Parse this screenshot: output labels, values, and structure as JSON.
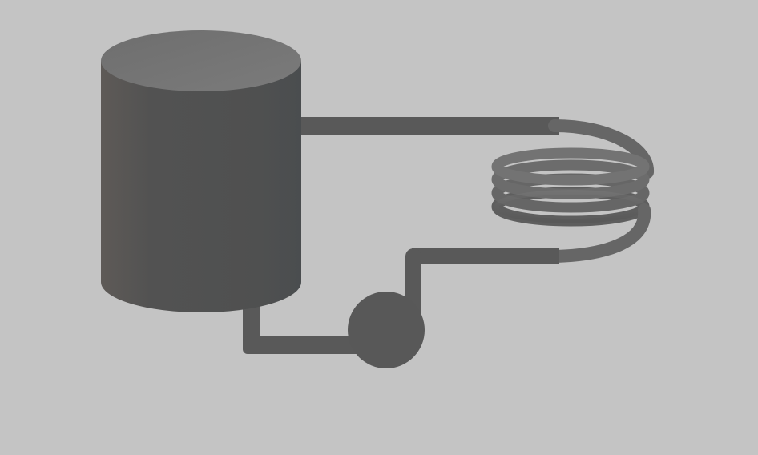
{
  "diagram": {
    "components": [
      {
        "id": "tank",
        "kind": "cylindrical-tank"
      },
      {
        "id": "pump",
        "kind": "circulation-pump"
      },
      {
        "id": "coil",
        "kind": "helical-heat-exchanger-coil",
        "turns": 4
      }
    ],
    "connections": [
      {
        "from": "tank",
        "to": "coil"
      },
      {
        "from": "coil",
        "to": "pump"
      },
      {
        "from": "pump",
        "to": "tank"
      }
    ]
  },
  "colors": {
    "background": "#c4c4c4",
    "tank_body": "#505050",
    "tank_top": "#747474",
    "pipe": "#595959",
    "coil": "#6a6a6a",
    "pump": "#585858"
  }
}
